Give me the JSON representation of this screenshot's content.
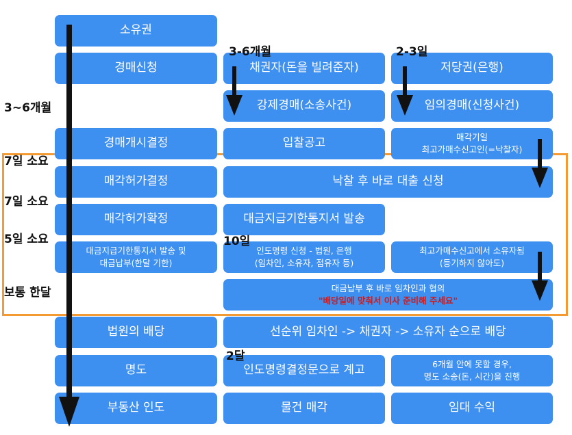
{
  "left_column": [
    "소유권",
    "경매신청",
    "경매개시결정",
    "매각허가결정",
    "매각허가확정",
    "대금지급기한통지서 발송 및|대금납부(한달 기한)",
    "법원의 배당",
    "명도",
    "부동산 인도"
  ],
  "middle_column": [
    "채권자(돈을 빌려준자)",
    "강제경매(소송사건)",
    "입찰공고",
    "낙찰 후 바로 대출 신청",
    "대금지급기한통지서 발송",
    "인도명령 신청 - 법원, 은행|(임차인, 소유자, 점유자 등)",
    "선순위 임차인 -> 채권자 -> 소유자 순으로 배당",
    "인도명령결정문으로 계고",
    "물건 매각"
  ],
  "right_column": [
    "저당권(은행)",
    "임의경매(신청사건)",
    "매각기일|최고가매수신고인(=낙찰자)",
    "최고가매수신고에서 소유자됨|(등기하지 않아도)",
    "6개월 안에 못할 경우,|명도 소송(돈, 시간)을 진행",
    "임대 수익"
  ],
  "wide_note": {
    "line1": "대금납부 후  바로 임차인과 협의",
    "line2": "\"배당일에 맞춰서 이사 준비해 주세요\""
  },
  "time_labels": {
    "left_3_6_months": "3~6개월",
    "mid_3_6_months": "3-6개월",
    "right_2_3_days": "2-3일",
    "seven_days_a": "7일 소요",
    "seven_days_b": "7일 소요",
    "five_days": "5일 소요",
    "usually_a_month": "보통 한달",
    "ten_days": "10일",
    "two_months": "2달"
  },
  "colors": {
    "box_blue": "#3d8ff0",
    "orange_frame": "#f39a33",
    "warning_red": "#d0191a",
    "arrow_black": "#111111"
  }
}
